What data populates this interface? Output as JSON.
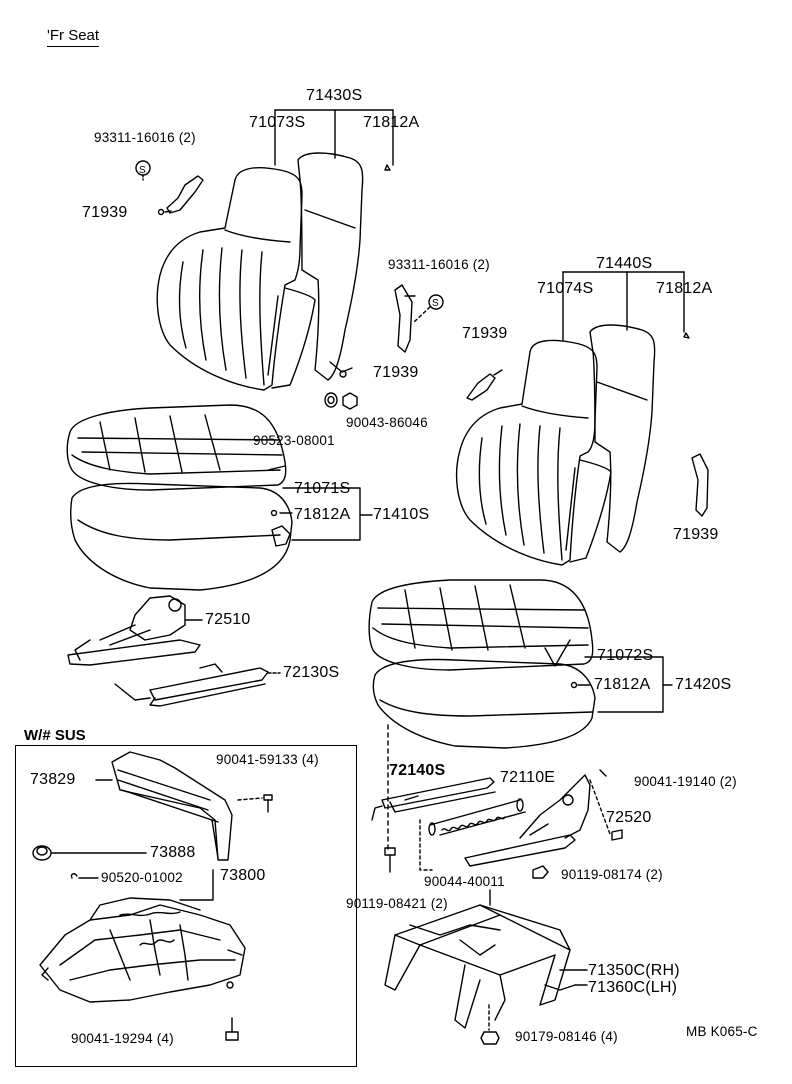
{
  "title": "'Fr Seat",
  "section_sus": "W/# SUS",
  "footer_code": "MB K065-C",
  "labels": {
    "p71430S": "71430S",
    "p71073S": "71073S",
    "p71812A_1": "71812A",
    "p93311_1": "93311-16016 (2)",
    "p71939_1": "71939",
    "p93311_2": "93311-16016 (2)",
    "p71939_2": "71939",
    "p90043": "90043-86046",
    "p90523": "90523-08001",
    "p71440S": "71440S",
    "p71074S": "71074S",
    "p71812A_2": "71812A",
    "p71939_3": "71939",
    "p71939_4": "71939",
    "p71071S": "71071S",
    "p71812A_3": "71812A",
    "p71410S": "71410S",
    "p72510": "72510",
    "p72130S": "72130S",
    "p71072S": "71072S",
    "p71812A_4": "71812A",
    "p71420S": "71420S",
    "p90041_59133": "90041-59133 (4)",
    "p73829": "73829",
    "p73888": "73888",
    "p90520": "90520-01002",
    "p73800": "73800",
    "p90041_19294": "90041-19294 (4)",
    "p72140S": "72140S",
    "p72110E": "72110E",
    "p90041_19140": "90041-19140 (2)",
    "p72520": "72520",
    "p90044": "90044-40011",
    "p90119_08174": "90119-08174 (2)",
    "p90119_08421": "90119-08421 (2)",
    "p71350C": "71350C(RH)",
    "p71360C": "71360C(LH)",
    "p90179": "90179-08146 (4)"
  }
}
